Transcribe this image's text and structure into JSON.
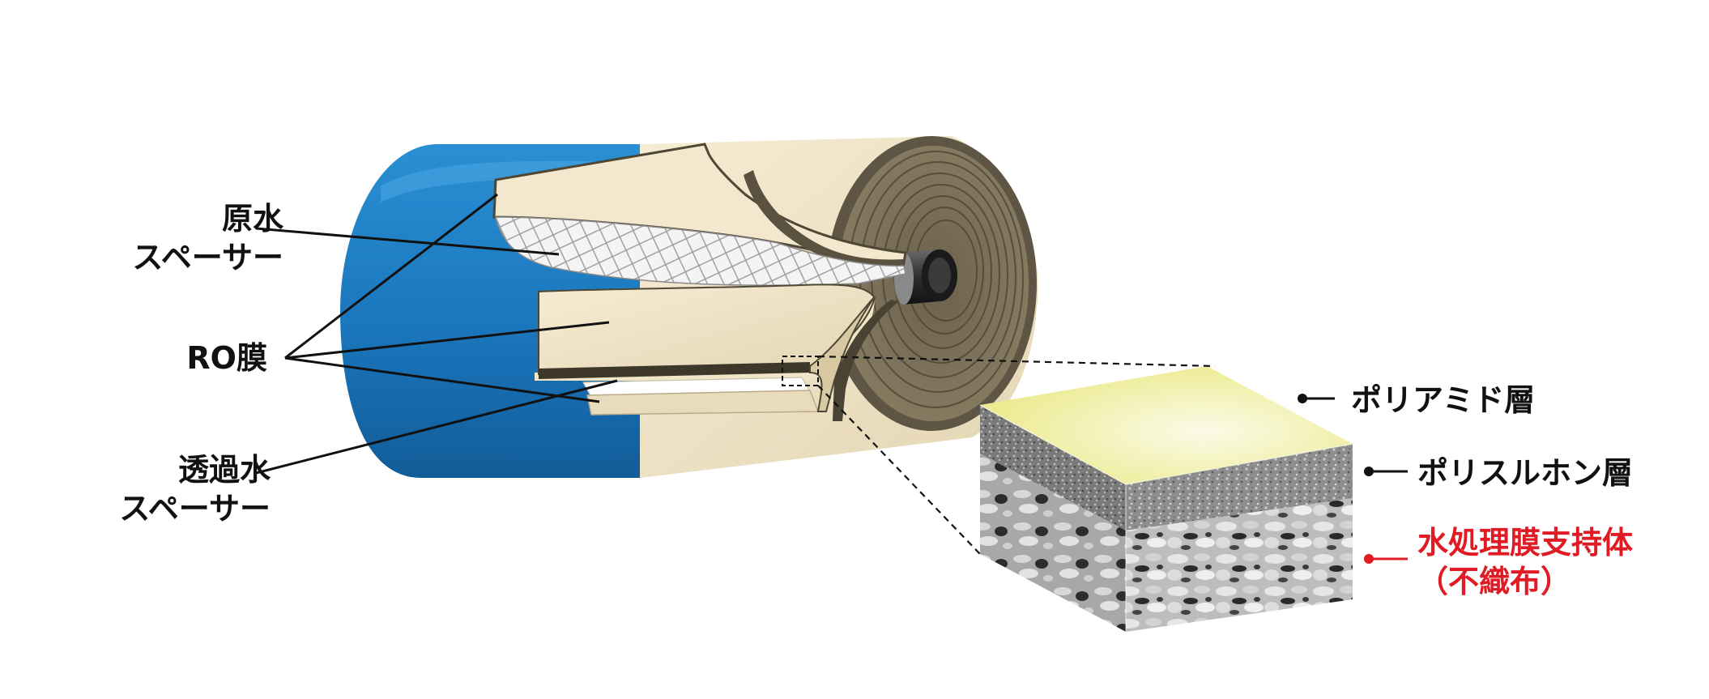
{
  "labels": {
    "feed_spacer": {
      "line1": "原水",
      "line2": "スペーサー"
    },
    "ro_membrane": "RO膜",
    "permeate_spacer": {
      "line1": "透過水",
      "line2": "スペーサー"
    },
    "polyamide_layer": "ポリアミド層",
    "polysulfone_layer": "ポリスルホン層",
    "support": {
      "line1": "水処理膜支持体",
      "line2": "（不織布）"
    }
  },
  "colors": {
    "casing_blue": "#1f7fc4",
    "membrane_beige": "#efe3c6",
    "roll_end": "#7a6f58",
    "polyamide_yellow": "#f1ef9a",
    "support_red": "#e01b24",
    "leader_line": "#111111"
  }
}
